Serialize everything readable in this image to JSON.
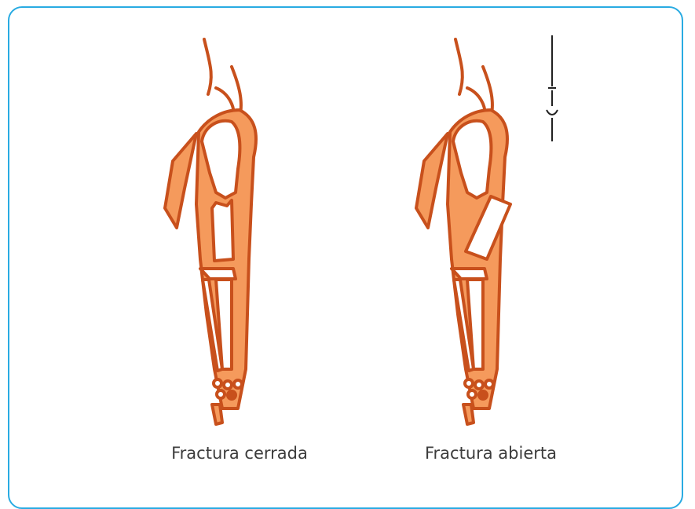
{
  "figures": [
    {
      "caption": "Fractura cerrada"
    },
    {
      "caption": "Fractura abierta"
    }
  ],
  "colors": {
    "frame": "#29abe2",
    "skin_fill": "#f59a5c",
    "outline": "#c8501c",
    "bone": "#ffffff",
    "caption_text": "#3c3c3c"
  },
  "icons": [
    "closed-fracture-arm-illustration",
    "open-fracture-arm-illustration",
    "artist-signature"
  ]
}
